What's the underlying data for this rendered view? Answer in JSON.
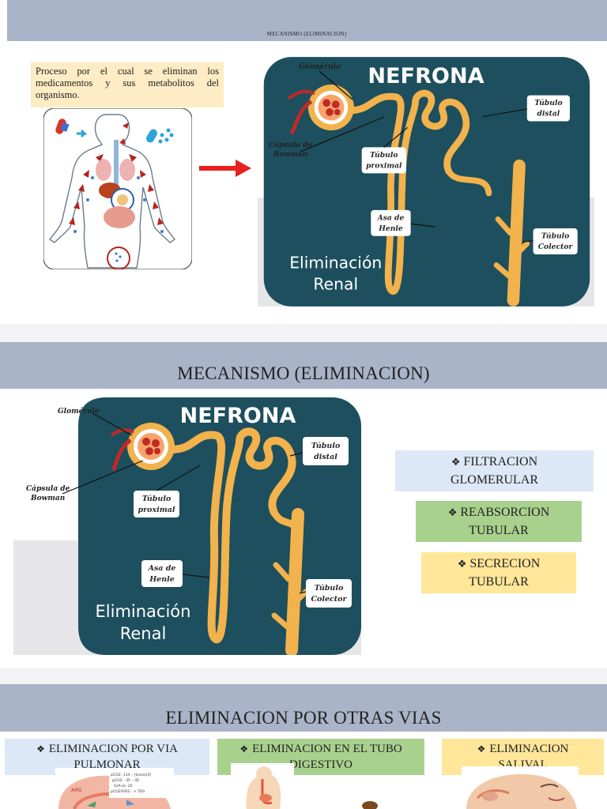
{
  "slide1": {
    "title": "MECANISMO (ELIMINACION)",
    "note": "Proceso por el cual se eliminan los medicamentos y sus metabolitos del organismo."
  },
  "nephron": {
    "title": "NEFRONA",
    "labels": {
      "glomerulo": "Glomérulo",
      "capsula_1": "Cápsula de",
      "capsula_2": "Bowman",
      "tubulo_proximal_1": "Túbulo",
      "tubulo_proximal_2": "proximal",
      "tubulo_distal_1": "Túbulo",
      "tubulo_distal_2": "distal",
      "asa_1": "Asa de",
      "asa_2": "Henle",
      "colector_1": "Túbulo",
      "colector_2": "Colector"
    },
    "caption_1": "Eliminación",
    "caption_2": "Renal"
  },
  "slide2": {
    "title": "MECANISMO (ELIMINACION)",
    "mechanisms": [
      {
        "line1": "FILTRACION",
        "line2": "GLOMERULAR"
      },
      {
        "line1": "REABSORCION",
        "line2": "TUBULAR"
      },
      {
        "line1": "SECRECION",
        "line2": "TUBULAR"
      }
    ]
  },
  "slide3": {
    "title": "ELIMINACION POR OTRAS VIAS",
    "routes": [
      {
        "line1": "ELIMINACION POR VIA",
        "line2": "PULMONAR"
      },
      {
        "line1": "ELIMINACION EN EL TUBO",
        "line2": "DIGESTIVO"
      },
      {
        "line1": "ELIMINACION",
        "line2": "SALIVAL"
      }
    ],
    "lung_figure": {
      "label": "AIRE",
      "values": [
        "pCO2: 114 – [(Lma)/3]",
        "pCO2 : 35 – 45",
        "G(A-a): 20",
        "pCO2/FiO2 : > 550"
      ]
    }
  },
  "colors": {
    "band": "#aab4c8",
    "nephron_bg": "#1d4f5e",
    "tubule": "#f2b24c",
    "blue_box": "#dce8f5",
    "green_box": "#a9d18e",
    "yellow_box": "#ffe699",
    "note_box": "#fdecc4"
  }
}
